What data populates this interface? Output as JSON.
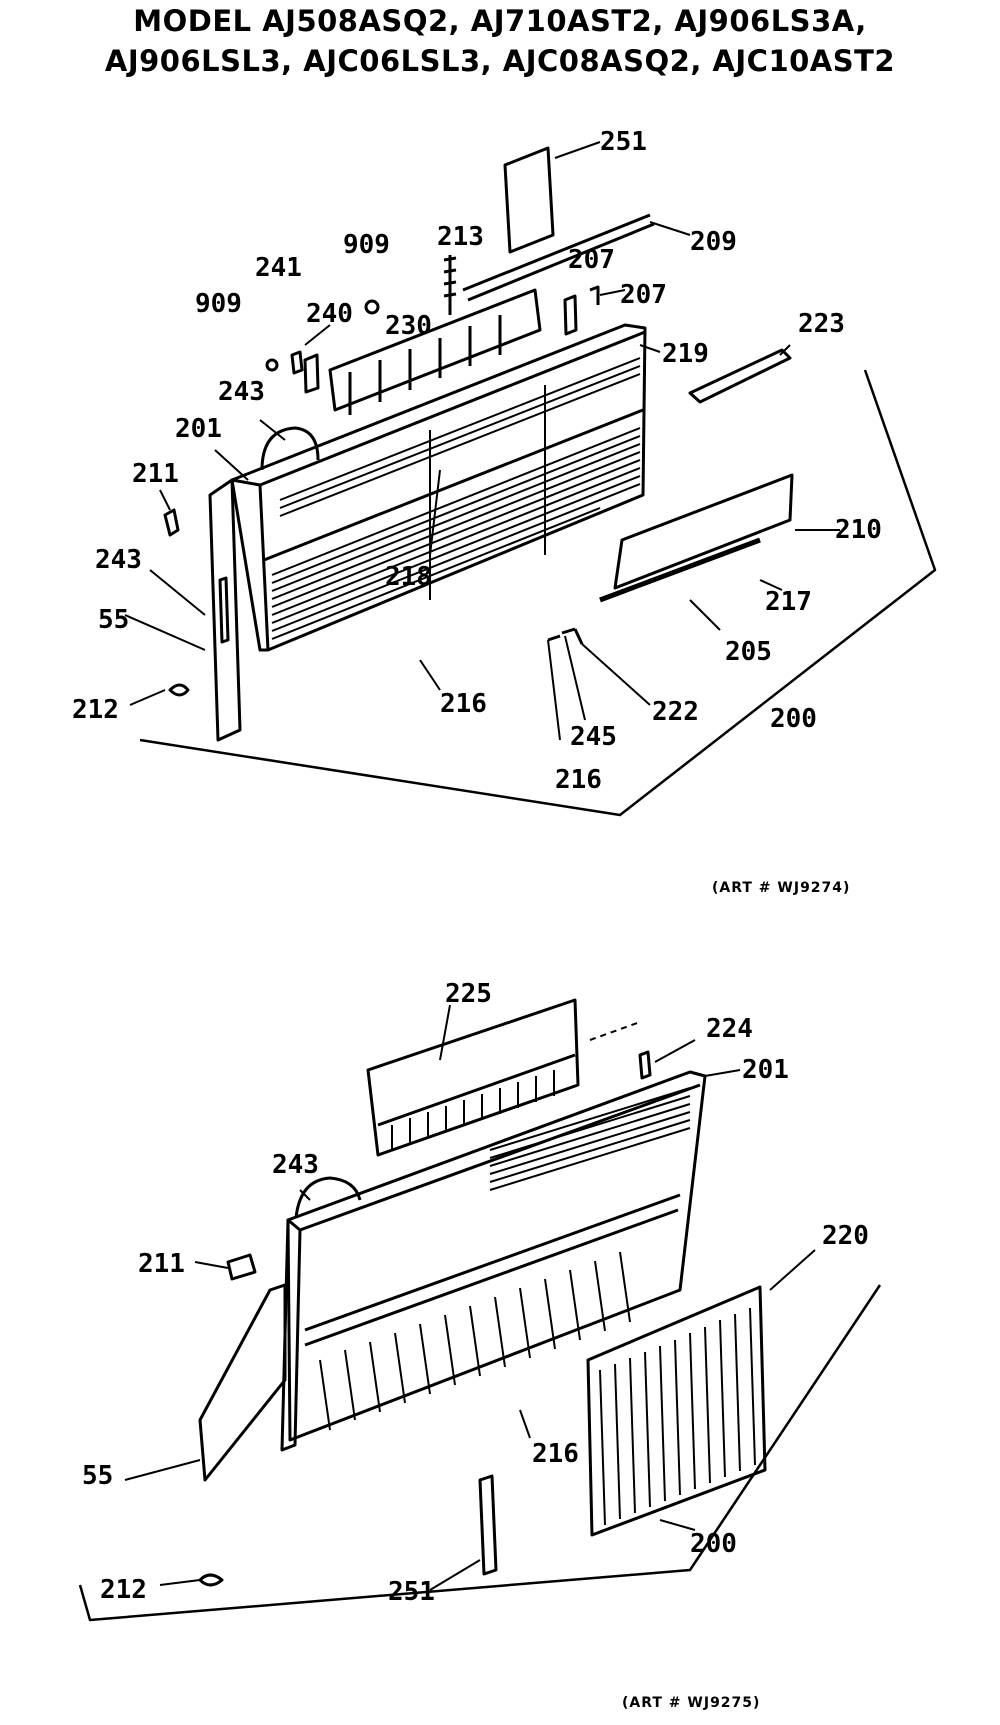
{
  "header": {
    "line1": "MODEL AJ508ASQ2, AJ710AST2, AJ906LS3A,",
    "line2": "AJ906LSL3, AJC06LSL3, AJC08ASQ2, AJC10AST2"
  },
  "figure_top": {
    "art_number": "(ART # WJ9274)",
    "callouts": {
      "c251": "251",
      "c209": "209",
      "c213": "213",
      "c909a": "909",
      "c207a": "207",
      "c207b": "207",
      "c241": "241",
      "c909b": "909",
      "c240": "240",
      "c230": "230",
      "c219": "219",
      "c223": "223",
      "c243a": "243",
      "c201": "201",
      "c211": "211",
      "c218": "218",
      "c210": "210",
      "c243b": "243",
      "c55": "55",
      "c217": "217",
      "c205": "205",
      "c212": "212",
      "c216a": "216",
      "c222": "222",
      "c245": "245",
      "c200": "200",
      "c216b": "216"
    }
  },
  "figure_bottom": {
    "art_number": "(ART # WJ9275)",
    "callouts": {
      "c225": "225",
      "c224": "224",
      "c201": "201",
      "c243": "243",
      "c220": "220",
      "c211": "211",
      "c55": "55",
      "c216": "216",
      "c251": "251",
      "c200": "200",
      "c212": "212"
    }
  }
}
